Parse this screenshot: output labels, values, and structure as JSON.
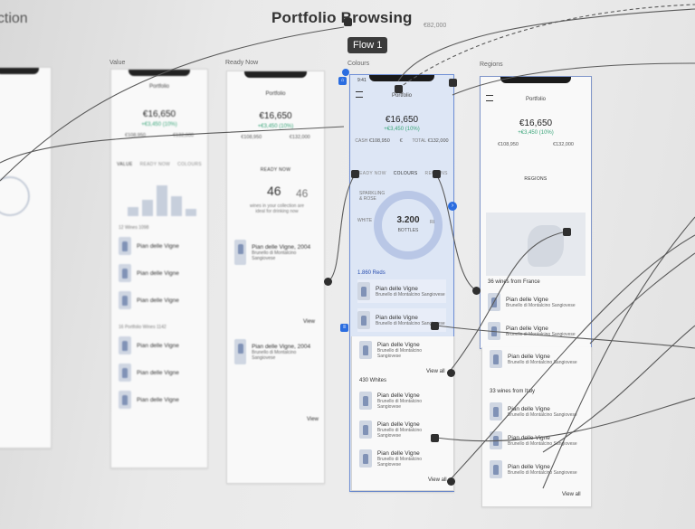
{
  "page": {
    "title": "Portfolio Browsing",
    "section_title": "ection",
    "flow_badge": "Flow 1"
  },
  "column_labels": {
    "value": "Value",
    "ready_now": "Ready Now",
    "colours": "Colours",
    "regions": "Regions"
  },
  "corner_amount": "€82,000",
  "portfolio": {
    "header": "Portfolio",
    "amount": "€16,650",
    "gain": "+€3,450 (10%)",
    "cash_label": "CASH",
    "cash": "€108,950",
    "total_label": "TOTAL",
    "total": "€132,000",
    "euro_glyph": "€"
  },
  "value_screen": {
    "tabs": [
      "VALUE",
      "READY NOW",
      "COLOURS"
    ],
    "list_header_1": "12 Wines 1098",
    "list_header_2": "16 Portfolio Wines 1142"
  },
  "ready_now_screen": {
    "tab": "READY NOW",
    "count_a": "46",
    "count_b": "46",
    "caption_a": "wines in your collection are ideal for drinking now",
    "caption_b": "wines in your collection are ideal for drinking now",
    "item_title": "Pian delle Vigne, 2004",
    "item_sub": "Brunello di Montalcino Sangiovese",
    "view": "View"
  },
  "colours_screen": {
    "tabs": [
      "READY NOW",
      "COLOURS",
      "REGIONS"
    ],
    "sparkling": "SPARKLING & ROSE",
    "white": "WHITE",
    "red": "RED",
    "donut_value": "3.200",
    "donut_label": "BOTTLES",
    "section_reds": "1.860 Reds",
    "section_whites": "430 Whites",
    "view_all": "View all",
    "items": [
      {
        "name": "Pian delle Vigne",
        "sub": "Brunello di Montalcino Sangiovese"
      },
      {
        "name": "Pian delle Vigne",
        "sub": "Brunello di Montalcino Sangiovese"
      },
      {
        "name": "Pian delle Vigne",
        "sub": "Brunello di Montalcino Sangiovese"
      },
      {
        "name": "Pian delle Vigne",
        "sub": "Brunello di Montalcino Sangiovese"
      },
      {
        "name": "Pian delle Vigne",
        "sub": "Brunello di Montalcino Sangiovese"
      },
      {
        "name": "Pian delle Vigne",
        "sub": "Brunello di Montalcino Sangiovese"
      }
    ],
    "status_time": "9:41"
  },
  "regions_screen": {
    "tab": "REGIONS",
    "france": "36 wines from France",
    "italy": "33 wines from Italy",
    "view_all": "View all",
    "items": [
      {
        "name": "Pian delle Vigne",
        "sub": "Brunello di Montalcino Sangiovese"
      },
      {
        "name": "Pian delle Vigne",
        "sub": "Brunello di Montalcino Sangiovese"
      },
      {
        "name": "Pian delle Vigne",
        "sub": "Brunello di Montalcino Sangiovese"
      },
      {
        "name": "Pian delle Vigne",
        "sub": "Brunello di Montalcino Sangiovese"
      },
      {
        "name": "Pian delle Vigne",
        "sub": "Brunello di Montalcino Sangiovese"
      },
      {
        "name": "Pian delle Vigne",
        "sub": "Brunello di Montalcino Sangiovese"
      }
    ]
  },
  "colors": {
    "selection": "#6f8fd6",
    "accent_blue": "#2b6de0",
    "gain_green": "#3aa57a"
  }
}
